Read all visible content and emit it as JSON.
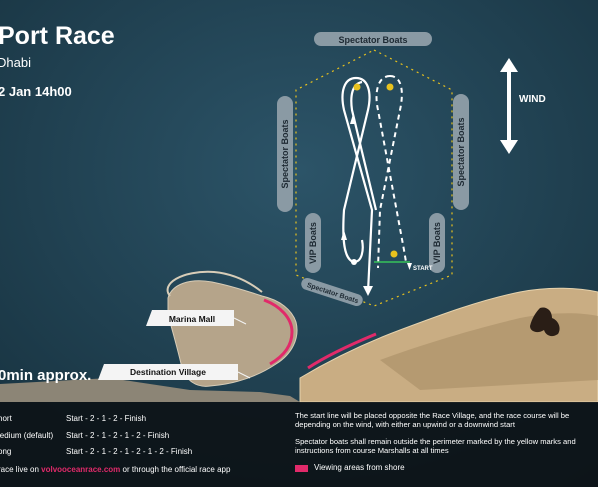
{
  "header": {
    "title": "Port Race",
    "subtitle": "Dhabi",
    "date": "2 Jan 14h00",
    "duration": "0min approx."
  },
  "map": {
    "labels": {
      "spectator_top": "Spectator Boats",
      "spectator_left": "Spectator Boats",
      "spectator_right": "Spectator Boats",
      "spectator_bottom": "Spectator Boats",
      "vip_left": "VIP Boats",
      "vip_right": "VIP Boats",
      "wind": "WIND",
      "start": "START",
      "marina_mall": "Marina Mall",
      "destination_village": "Destination Village"
    },
    "colors": {
      "sea": "#1d3a4a",
      "land": "#c9ad83",
      "shore_highlight": "#e12a6a",
      "mark": "#e8c21e",
      "label_bg": "#8a9aa4"
    }
  },
  "courses": [
    {
      "label": "hort",
      "sequence": "Start - 2 - 1 - 2 - Finish"
    },
    {
      "label": "ledium (default)",
      "sequence": "Start - 2 - 1 - 2 - 1 - 2 - Finish"
    },
    {
      "label": "ong",
      "sequence": "Start - 2 - 1 - 2 - 1 - 2 - 1 - 2 - Finish"
    }
  ],
  "live": {
    "prefix": "race live on ",
    "site": "volvooceanrace.com",
    "suffix": " or through the official race app"
  },
  "notes": {
    "start_line": "The start line will be placed opposite the Race Village, and the race course will be depending on the wind, with either an upwind or a downwind start",
    "spectator": "Spectator boats shall remain outside the perimeter marked by the yellow marks and instructions from course Marshalls at all times"
  },
  "legend": {
    "viewing_areas": "Viewing areas from shore"
  }
}
